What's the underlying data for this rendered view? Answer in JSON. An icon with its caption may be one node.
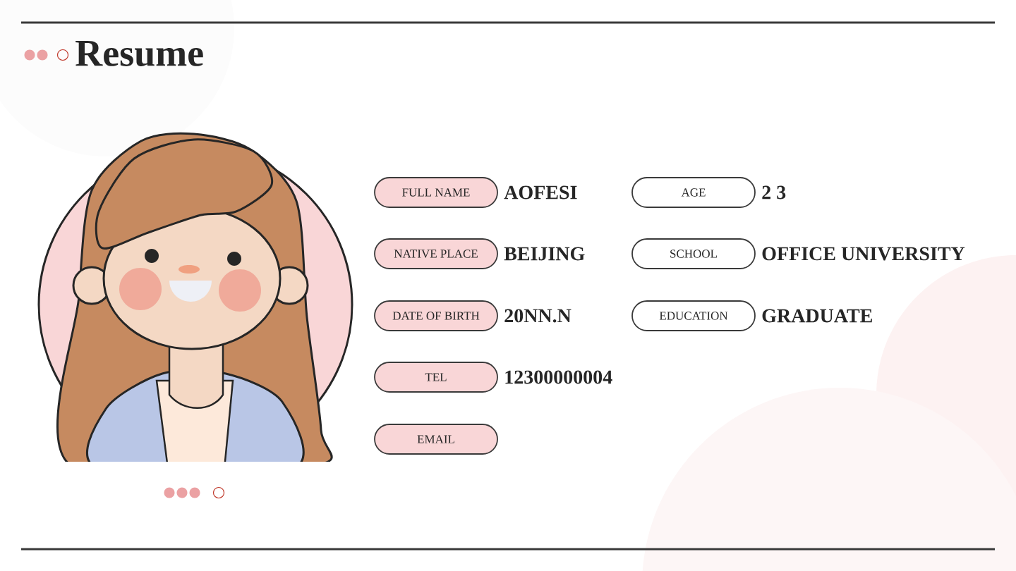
{
  "diagram": {
    "title": "Resume",
    "nodes": [
      {
        "text": [
          "FULL NAME"
        ],
        "beside": [
          "AOFESI"
        ]
      },
      {
        "text": [
          "AGE"
        ],
        "beside": [
          "2 3"
        ]
      },
      {
        "text": [
          "NATIVE PLACE"
        ],
        "beside": [
          "BEIJING"
        ]
      },
      {
        "text": [
          "SCHOOL"
        ],
        "beside": [
          "OFFICE UNIVERSITY"
        ]
      },
      {
        "text": [
          "DATE OF BIRTH"
        ],
        "beside": [
          "20NN.N"
        ]
      },
      {
        "text": [
          "EDUCATION"
        ],
        "beside": [
          "GRADUATE"
        ]
      },
      {
        "text": [
          "TEL"
        ],
        "beside": [
          "12300000004"
        ]
      },
      {
        "text": [
          "EMAIL"
        ]
      }
    ]
  }
}
